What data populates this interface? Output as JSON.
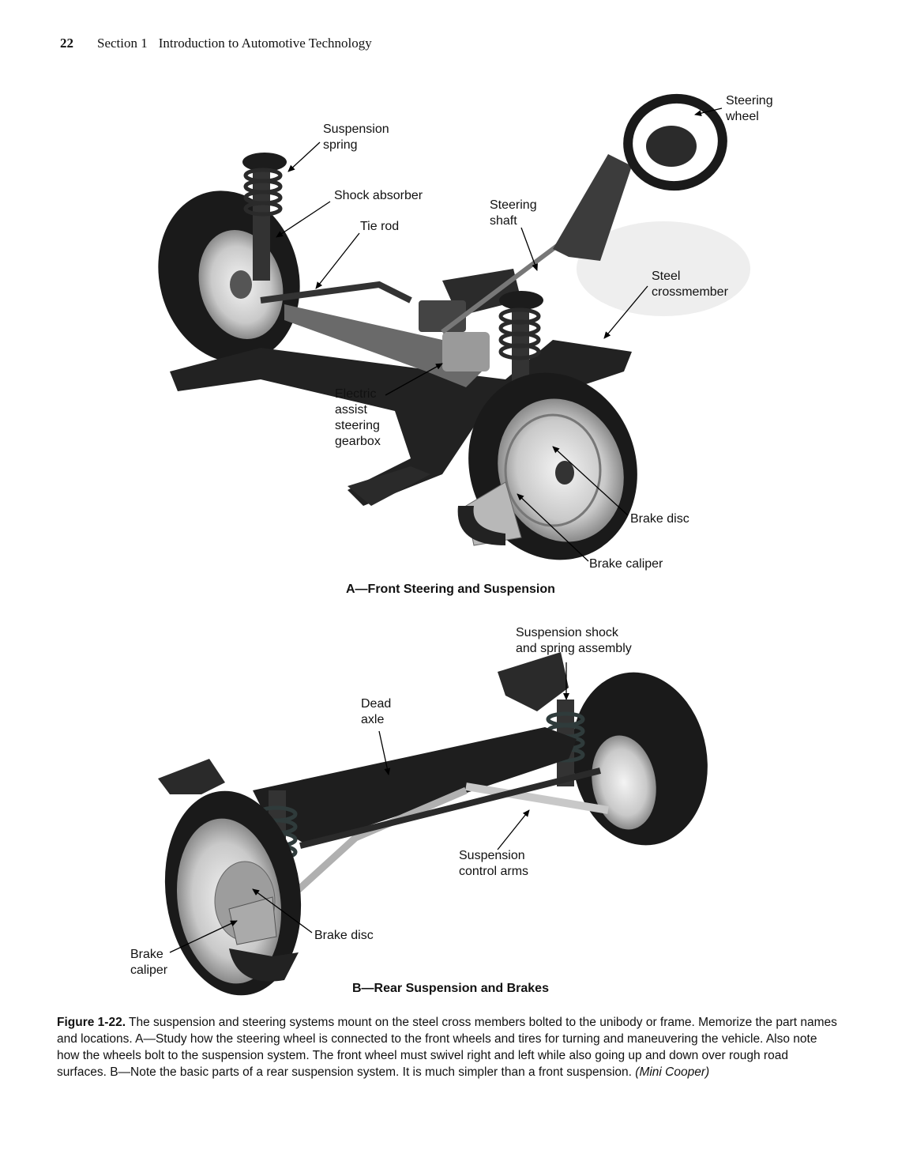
{
  "header": {
    "page_number": "22",
    "section": "Section 1",
    "title": "Introduction to Automotive Technology"
  },
  "figure_a": {
    "caption": "A—Front Steering and Suspension",
    "labels": {
      "steering_wheel": "Steering\nwheel",
      "suspension_spring": "Suspension\nspring",
      "shock_absorber": "Shock absorber",
      "tie_rod": "Tie rod",
      "steering_shaft": "Steering\nshaft",
      "steel_crossmember": "Steel\ncrossmember",
      "electric_gearbox": "Electric\nassist\nsteering\ngearbox",
      "brake_disc": "Brake disc",
      "brake_caliper": "Brake caliper"
    }
  },
  "figure_b": {
    "caption": "B—Rear Suspension and Brakes",
    "labels": {
      "shock_spring_assembly": "Suspension shock\nand spring assembly",
      "dead_axle": "Dead\naxle",
      "control_arms": "Suspension\ncontrol arms",
      "brake_disc": "Brake disc",
      "brake_caliper": "Brake\ncaliper"
    }
  },
  "caption": {
    "figure_number": "Figure 1-22.",
    "text": " The suspension and steering systems mount on the steel cross members bolted to the unibody or frame. Memorize the part names and locations. A—Study how the steering wheel is connected to the front wheels and tires for turning and maneuvering the vehicle. Also note how the wheels bolt to the suspension system. The front wheel must swivel right and left while also going up and down over rough road surfaces. B—Note the basic parts of a rear suspension system. It is much simpler than a front suspension. ",
    "credit": "(Mini Cooper)"
  }
}
